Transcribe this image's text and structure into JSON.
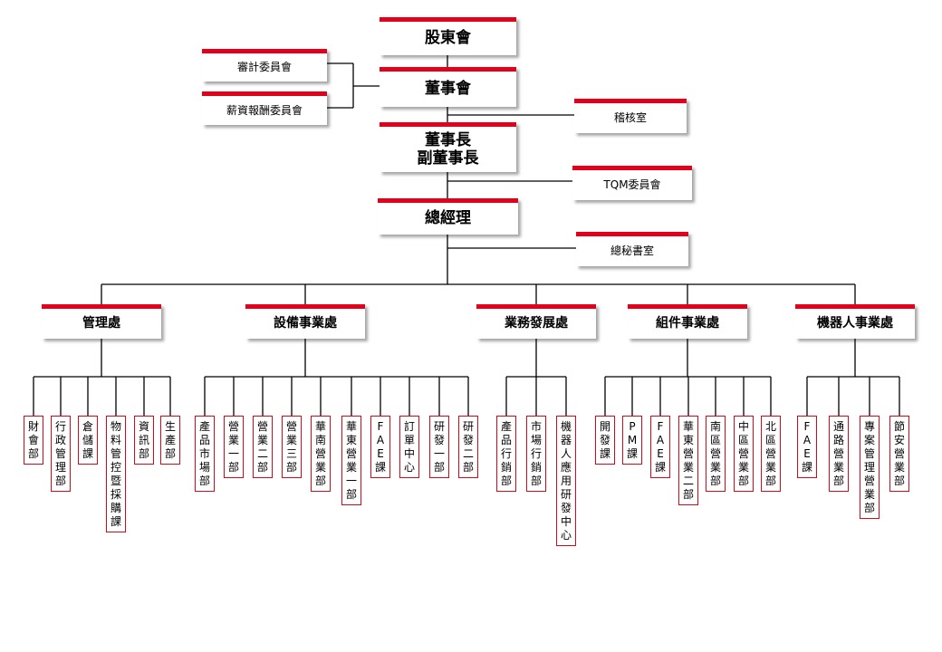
{
  "colors": {
    "accent": "#e2001a",
    "line": "#000000"
  },
  "top": [
    {
      "label": "股東會"
    },
    {
      "label": "董事會"
    },
    {
      "label": "董事長\n副董事長"
    },
    {
      "label": "總經理"
    }
  ],
  "side": [
    {
      "label": "審計委員會"
    },
    {
      "label": "薪資報酬委員會"
    },
    {
      "label": "稽核室"
    },
    {
      "label": "TQM委員會"
    },
    {
      "label": "總秘書室"
    }
  ],
  "divisions": [
    {
      "label": "管理處",
      "units": [
        "財會部",
        "行政管理部",
        "倉儲課",
        "物料管控暨採購課",
        "資訊部",
        "生產部"
      ]
    },
    {
      "label": "設備事業處",
      "units": [
        "產品市場部",
        "營業一部",
        "營業二部",
        "營業三部",
        "華南營業部",
        "華東營業一部",
        "FAE課",
        "訂單中心",
        "研發一部",
        "研發二部"
      ]
    },
    {
      "label": "業務發展處",
      "units": [
        "產品行銷部",
        "市場行銷部",
        "機器人應用研發中心"
      ]
    },
    {
      "label": "組件事業處",
      "units": [
        "開發課",
        "PM課",
        "FAE課",
        "華東營業二部",
        "南區營業部",
        "中區營業部",
        "北區營業部"
      ]
    },
    {
      "label": "機器人事業處",
      "units": [
        "FAE課",
        "通路營業部",
        "專案管理營業部",
        "節安營業部"
      ]
    }
  ]
}
